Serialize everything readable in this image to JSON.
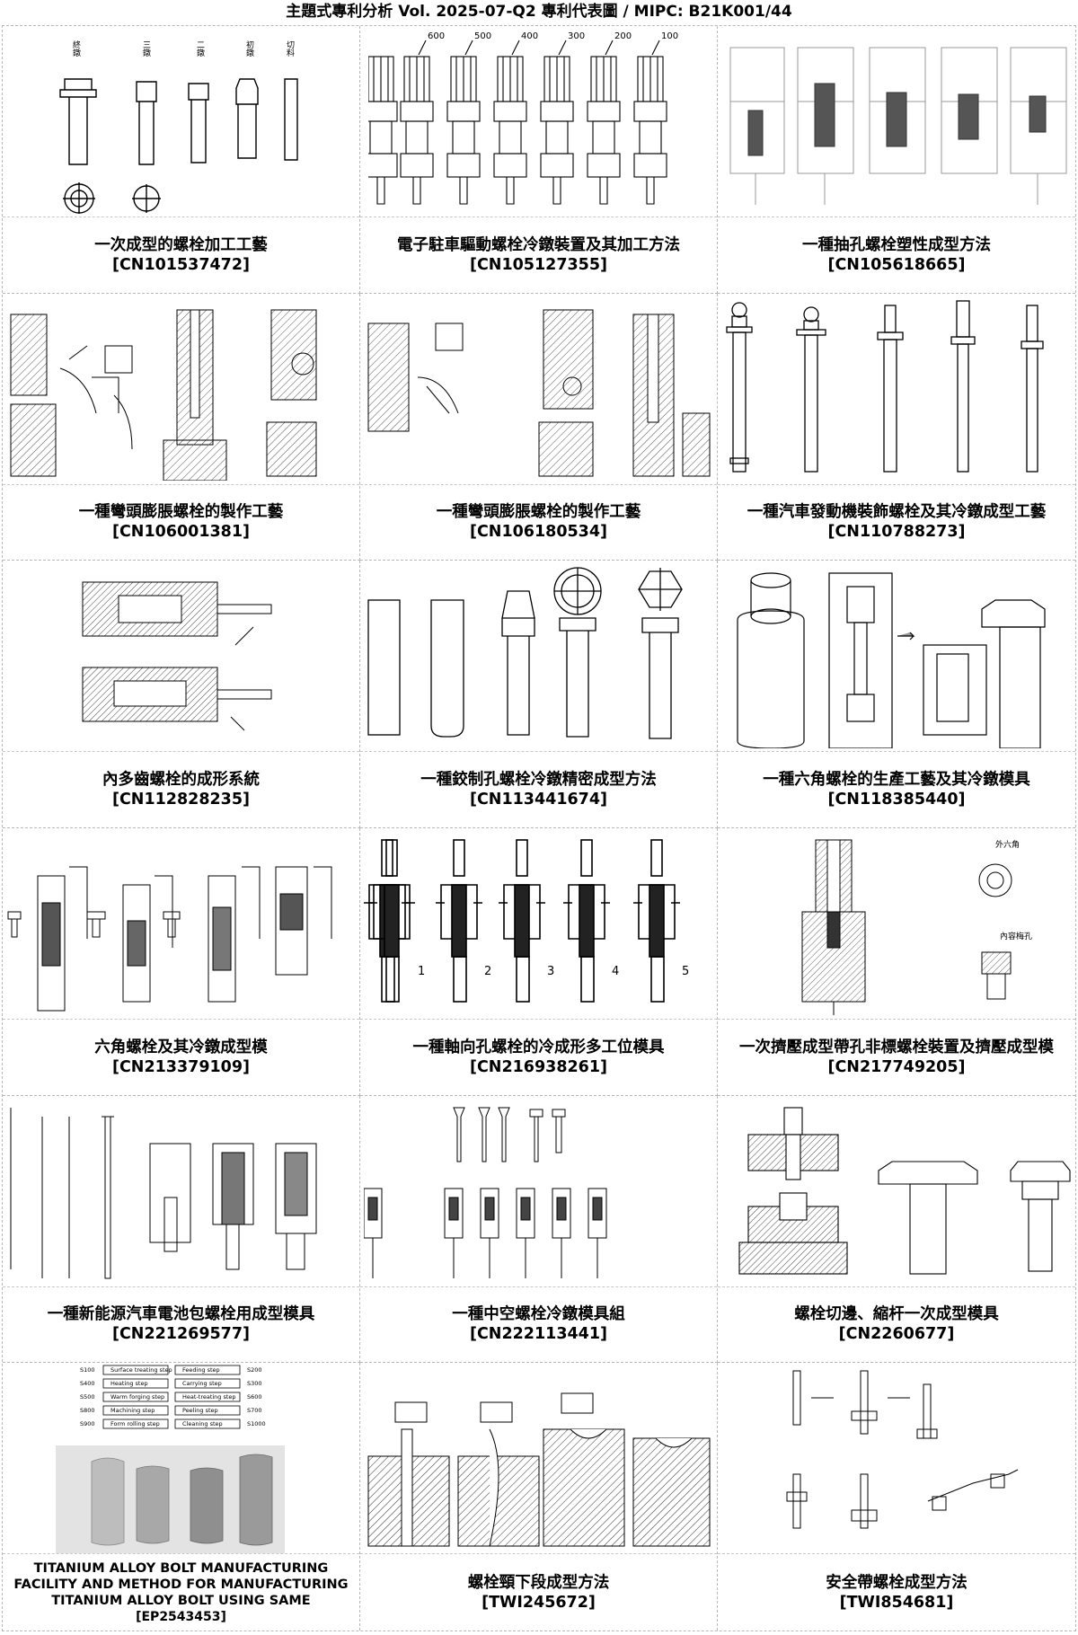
{
  "header": {
    "text": "主題式專利分析  Vol. 2025-07-Q2  專利代表圖  /  MIPC:  B21K001/44"
  },
  "patents": [
    {
      "title": "一次成型的螺栓加工工藝",
      "number": "[CN101537472]",
      "figure": "bolt-stages-figure"
    },
    {
      "title": "電子駐車驅動螺栓冷鐓裝置及其加工方法",
      "number": "[CN105127355]",
      "figure": "cold-heading-stations-figure"
    },
    {
      "title": "一種抽孔螺栓塑性成型方法",
      "number": "[CN105618665]",
      "figure": "die-sections-figure"
    },
    {
      "title": "一種彎頭膨脹螺栓的製作工藝",
      "number": "[CN106001381]",
      "figure": "bent-bolt-dies-figure"
    },
    {
      "title": "一種彎頭膨脹螺栓的製作工藝",
      "number": "[CN106180534]",
      "figure": "bent-bolt-dies-figure-2"
    },
    {
      "title": "一種汽車發動機裝飾螺栓及其冷鐓成型工藝",
      "number": "[CN110788273]",
      "figure": "decorative-bolt-stages-figure"
    },
    {
      "title": "內多齒螺栓的成形系統",
      "number": "[CN112828235]",
      "figure": "forming-system-figure"
    },
    {
      "title": "一種鉸制孔螺栓冷鐓精密成型方法",
      "number": "[CN113441674]",
      "figure": "reamed-bolt-stages-figure"
    },
    {
      "title": "一種六角螺栓的生產工藝及其冷鐓模具",
      "number": "[CN118385440]",
      "figure": "hex-bolt-mold-figure"
    },
    {
      "title": "六角螺栓及其冷鐓成型模",
      "number": "[CN213379109]",
      "figure": "hex-bolt-forming-dies-figure"
    },
    {
      "title": "一種軸向孔螺栓的冷成形多工位模具",
      "number": "[CN216938261]",
      "figure": "multi-station-dies-figure"
    },
    {
      "title": "一次擠壓成型帶孔非標螺栓裝置及擠壓成型模",
      "number": "[CN217749205]",
      "figure": "extrusion-die-figure"
    },
    {
      "title": "一種新能源汽車電池包螺栓用成型模具",
      "number": "[CN221269577]",
      "figure": "battery-bolt-mold-figure"
    },
    {
      "title": "一種中空螺栓冷鐓模具組",
      "number": "[CN222113441]",
      "figure": "hollow-bolt-dies-figure"
    },
    {
      "title": "螺栓切邊、縮杆一次成型模具",
      "number": "[CN2260677]",
      "figure": "trim-reduce-die-figure"
    },
    {
      "title": "TITANIUM ALLOY BOLT MANUFACTURING FACILITY AND METHOD FOR MANUFACTURING TITANIUM ALLOY BOLT USING SAME",
      "number": "[EP2543453]",
      "figure": "titanium-flowchart-figure"
    },
    {
      "title": "螺栓頸下段成型方法",
      "number": "[TWI245672]",
      "figure": "neck-forming-figure"
    },
    {
      "title": "安全帶螺栓成型方法",
      "number": "[TWI854681]",
      "figure": "seatbelt-bolt-figure"
    }
  ],
  "figure_labels": {
    "cn101537472": [
      "終鐓",
      "三鐓",
      "二鐓",
      "初鐓",
      "切料"
    ],
    "cn105127355": [
      "600",
      "500",
      "400",
      "300",
      "200",
      "100"
    ],
    "cn216938261": [
      "1",
      "2",
      "3",
      "4",
      "5"
    ],
    "cn217749205": [
      "外六角",
      "內容梅孔"
    ],
    "ep2543453": {
      "rows": [
        {
          "left_code": "S100",
          "left": "Surface treating step",
          "right": "Feeding step",
          "right_code": "S200"
        },
        {
          "left_code": "S400",
          "left": "Heating step",
          "right": "Carrying step",
          "right_code": "S300"
        },
        {
          "left_code": "S500",
          "left": "Warm forging step",
          "right": "Heat-treating step",
          "right_code": "S600"
        },
        {
          "left_code": "S800",
          "left": "Machining step",
          "right": "Peeling step",
          "right_code": "S700"
        },
        {
          "left_code": "S900",
          "left": "Form rolling step",
          "right": "Cleaning step",
          "right_code": "S1000"
        }
      ]
    }
  },
  "colors": {
    "line": "#000000",
    "hatch": "#555555",
    "grid_border": "#b8b8b8",
    "photo_bg": "#d9d9d9"
  }
}
